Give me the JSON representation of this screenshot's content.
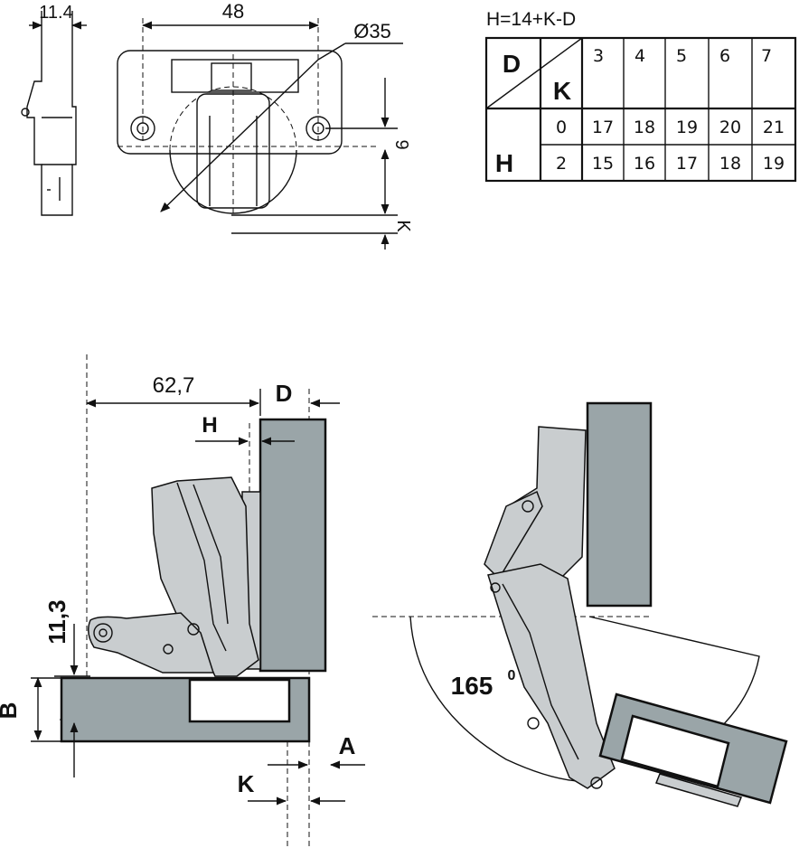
{
  "top_view": {
    "dim_side_width": "11.4",
    "dim_width": "48",
    "dim_diameter": "Ø35",
    "dim_offset": "9",
    "dim_k": "K"
  },
  "table": {
    "formula": "H=14+K-D",
    "header_d": "D",
    "header_k": "K",
    "header_h": "H",
    "d_values": [
      "3",
      "4",
      "5",
      "6",
      "7"
    ],
    "rows": [
      {
        "k": "0",
        "h": [
          "17",
          "18",
          "19",
          "20",
          "21"
        ]
      },
      {
        "k": "2",
        "h": [
          "15",
          "16",
          "17",
          "18",
          "19"
        ]
      }
    ]
  },
  "side_view": {
    "dim_depth": "62,7",
    "label_d": "D",
    "label_h": "H",
    "dim_height": "11,3",
    "label_b": "B",
    "label_k": "K",
    "label_a": "A"
  },
  "open_view": {
    "angle": "165",
    "angle_unit": "0"
  },
  "colors": {
    "panel": "#9aa5a8",
    "hinge_part": "#c9cdcf",
    "ink": "#111111"
  }
}
